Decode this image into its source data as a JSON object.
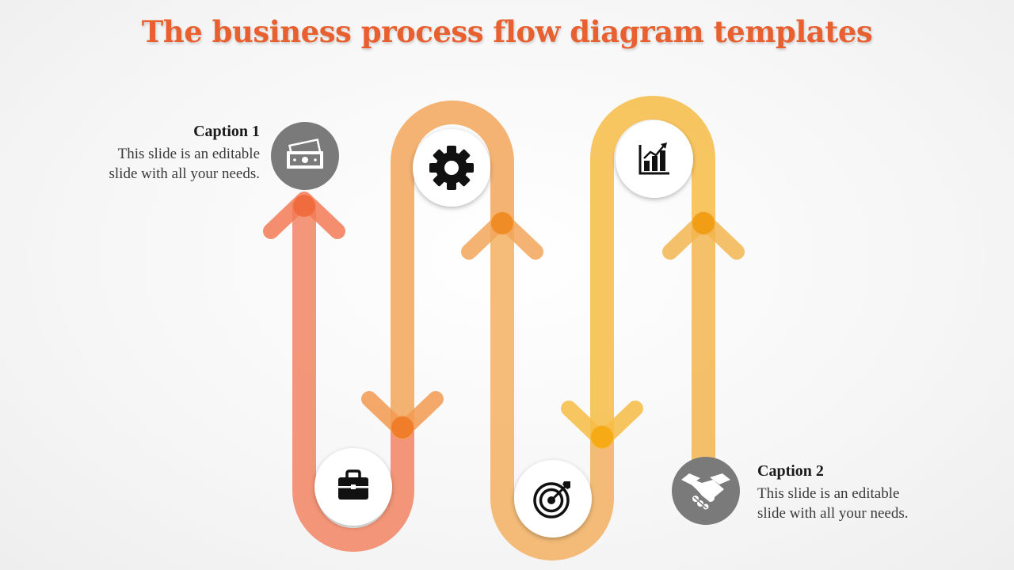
{
  "title": "The business process flow diagram templates",
  "colors": {
    "title": "#e8602f",
    "path_red": "#f28461",
    "path_orange": "#f2a45a",
    "path_yellow": "#f7bc45",
    "path_gold": "#f2b54f",
    "node_gray": "#7a7a7a",
    "node_white": "#ffffff"
  },
  "captions": [
    {
      "heading": "Caption 1",
      "line1": "This slide is an editable",
      "line2": "slide with all your needs."
    },
    {
      "heading": "Caption 2",
      "line1": "This slide is an editable",
      "line2": "slide with all your needs."
    }
  ],
  "nodes": [
    {
      "icon": "money-icon",
      "style": "gray"
    },
    {
      "icon": "briefcase-icon",
      "style": "white"
    },
    {
      "icon": "gear-icon",
      "style": "white"
    },
    {
      "icon": "target-icon",
      "style": "white"
    },
    {
      "icon": "bar-chart-icon",
      "style": "white"
    },
    {
      "icon": "handshake-icon",
      "style": "gray"
    }
  ]
}
